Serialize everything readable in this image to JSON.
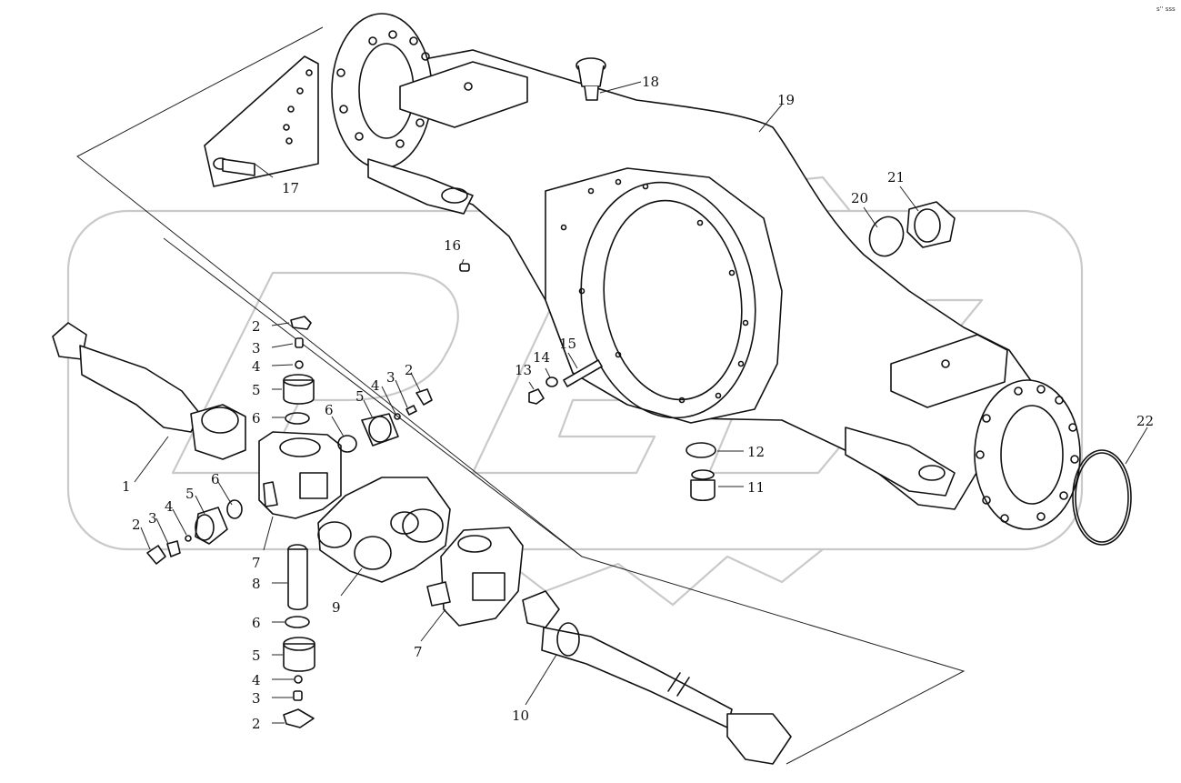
{
  "corner_mark": "s'' sss",
  "callouts": [
    {
      "id": "c1",
      "label": "1"
    },
    {
      "id": "c2a",
      "label": "2"
    },
    {
      "id": "c3a",
      "label": "3"
    },
    {
      "id": "c4a",
      "label": "4"
    },
    {
      "id": "c5a",
      "label": "5"
    },
    {
      "id": "c6a",
      "label": "6"
    },
    {
      "id": "c5b",
      "label": "5"
    },
    {
      "id": "c4b",
      "label": "4"
    },
    {
      "id": "c3b",
      "label": "3"
    },
    {
      "id": "c2b",
      "label": "2"
    },
    {
      "id": "c6b",
      "label": "6"
    },
    {
      "id": "c6c",
      "label": "6"
    },
    {
      "id": "c5c",
      "label": "5"
    },
    {
      "id": "c4c",
      "label": "4"
    },
    {
      "id": "c3c",
      "label": "3"
    },
    {
      "id": "c2c",
      "label": "2"
    },
    {
      "id": "c7a",
      "label": "7"
    },
    {
      "id": "c8",
      "label": "8"
    },
    {
      "id": "c6d",
      "label": "6"
    },
    {
      "id": "c5d",
      "label": "5"
    },
    {
      "id": "c4d",
      "label": "4"
    },
    {
      "id": "c3d",
      "label": "3"
    },
    {
      "id": "c2d",
      "label": "2"
    },
    {
      "id": "c9",
      "label": "9"
    },
    {
      "id": "c7b",
      "label": "7"
    },
    {
      "id": "c10",
      "label": "10"
    },
    {
      "id": "c11",
      "label": "11"
    },
    {
      "id": "c12",
      "label": "12"
    },
    {
      "id": "c13",
      "label": "13"
    },
    {
      "id": "c14",
      "label": "14"
    },
    {
      "id": "c15",
      "label": "15"
    },
    {
      "id": "c16",
      "label": "16"
    },
    {
      "id": "c17",
      "label": "17"
    },
    {
      "id": "c18",
      "label": "18"
    },
    {
      "id": "c19",
      "label": "19"
    },
    {
      "id": "c20",
      "label": "20"
    },
    {
      "id": "c21",
      "label": "21"
    },
    {
      "id": "c22",
      "label": "22"
    }
  ]
}
